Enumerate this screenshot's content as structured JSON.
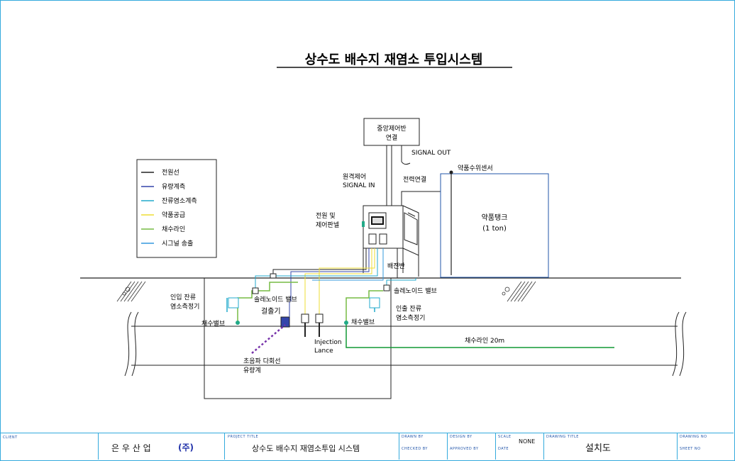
{
  "title": "상수도 배수지 재염소 투입시스템",
  "legend": {
    "items": [
      {
        "label": "전원선",
        "color": "#222222"
      },
      {
        "label": "유량계측",
        "color": "#3344aa"
      },
      {
        "label": "잔류염소계측",
        "color": "#22aacc"
      },
      {
        "label": "약품공급",
        "color": "#eedd33"
      },
      {
        "label": "채수라인",
        "color": "#77bb44"
      },
      {
        "label": "시그널 송출",
        "color": "#3399dd"
      }
    ]
  },
  "labels": {
    "central_control": "중앙제어반\n연결",
    "signal_out": "SIGNAL OUT",
    "remote_control": "원격제어",
    "signal_in": "SIGNAL  IN",
    "power_conn": "전력연결",
    "level_sensor": "약품수위센서",
    "chem_tank": "약품탱크",
    "chem_tank_cap": "(1 ton)",
    "power_panel": "전원 및",
    "power_panel2": "제어판넬",
    "distribution": "배전반",
    "inlet_meter": "인입 잔류",
    "inlet_meter2": "염소측정기",
    "solenoid_left": "솔레노이드 밸브",
    "solenoid_right": "솔레노이드 밸브",
    "mixer": "걸출기",
    "sampling_valve_left": "채수밸브",
    "sampling_valve_right": "채수밸브",
    "outlet_meter": "인출 잔류",
    "outlet_meter2": "염소측정기",
    "injection": "Injection",
    "lance": "Lance",
    "sampling_line": "채수라인 20m",
    "flowmeter": "초음파 다회선",
    "flowmeter2": "유량계"
  },
  "title_block": {
    "company": "은 우 산 업",
    "company_suffix": "(주)",
    "project": "상수도 배수지 재염소투입 시스템",
    "scale": "NONE",
    "drawing": "설치도"
  }
}
